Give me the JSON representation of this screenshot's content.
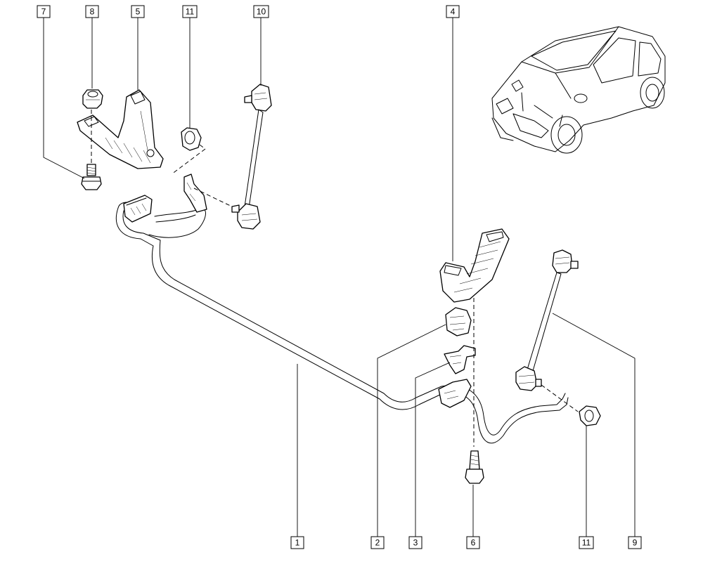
{
  "callouts": {
    "c7": "7",
    "c8": "8",
    "c5": "5",
    "c11_top": "11",
    "c10": "10",
    "c4": "4",
    "c1": "1",
    "c2": "2",
    "c3": "3",
    "c6": "6",
    "c11_bottom": "11",
    "c9": "9"
  }
}
